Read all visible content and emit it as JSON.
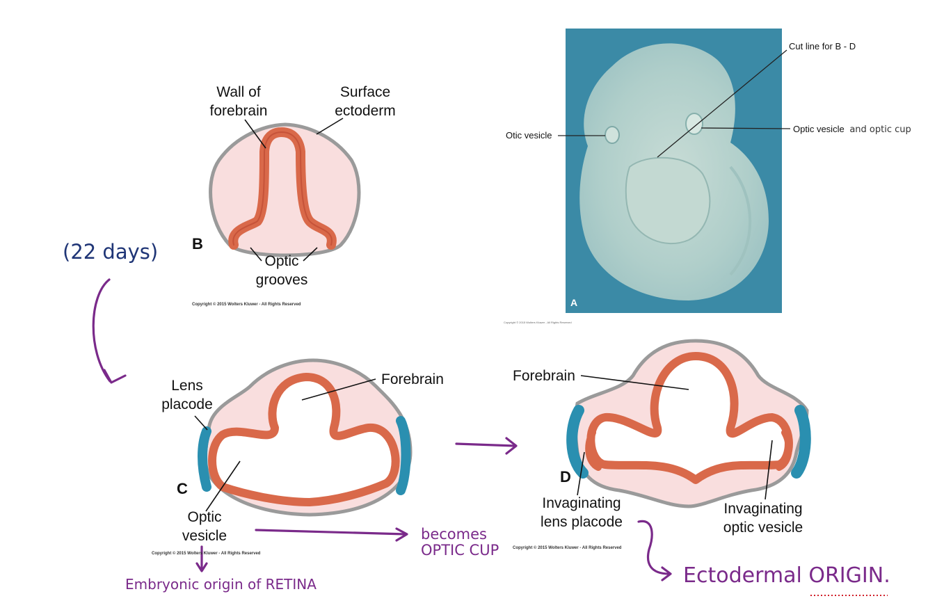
{
  "panel_b": {
    "letter": "B",
    "wall_label_line1": "Wall of",
    "wall_label_line2": "forebrain",
    "surface_label_line1": "Surface",
    "surface_label_line2": "ectoderm",
    "grooves_label_line1": "Optic",
    "grooves_label_line2": "grooves",
    "copyright": "Copyright © 2015 Wolters Kluwer - All Rights Reserved"
  },
  "panel_a": {
    "letter": "A",
    "cut_line_label": "Cut line for B - D",
    "otic_label": "Otic vesicle",
    "optic_label": "Optic vesicle",
    "optic_label_handwritten_addition": "and optic cup",
    "copyright": "Copyright © 2015 Wolters Kluwer - All Rights Reserved"
  },
  "panel_c": {
    "letter": "C",
    "lens_label_line1": "Lens",
    "lens_label_line2": "placode",
    "forebrain_label": "Forebrain",
    "vesicle_label_line1": "Optic",
    "vesicle_label_line2": "vesicle",
    "copyright": "Copyright © 2015 Wolters Kluwer - All Rights Reserved"
  },
  "panel_d": {
    "letter": "D",
    "forebrain_label": "Forebrain",
    "lens_label_line1": "Invaginating",
    "lens_label_line2": "lens placode",
    "vesicle_label_line1": "Invaginating",
    "vesicle_label_line2": "optic vesicle",
    "copyright": "Copyright © 2015 Wolters Kluwer - All Rights Reserved"
  },
  "annotations": {
    "days": "(22 days)",
    "becomes_line1": "becomes",
    "becomes_line2": "OPTIC CUP",
    "retina_note": "Embryonic origin of RETINA",
    "ectodermal_note": "Ectodermal ORIGIN."
  },
  "colors": {
    "neural_tissue": "#d9694a",
    "mesenchyme_fill": "#f9dede",
    "ectoderm_outline": "#9a9a9a",
    "lens_placode": "#2a8fb0",
    "photo_background": "#3b8aa6",
    "handwriting": "#7a2a8a",
    "days_text": "#1f3576",
    "spell_underline": "#d0202a"
  }
}
